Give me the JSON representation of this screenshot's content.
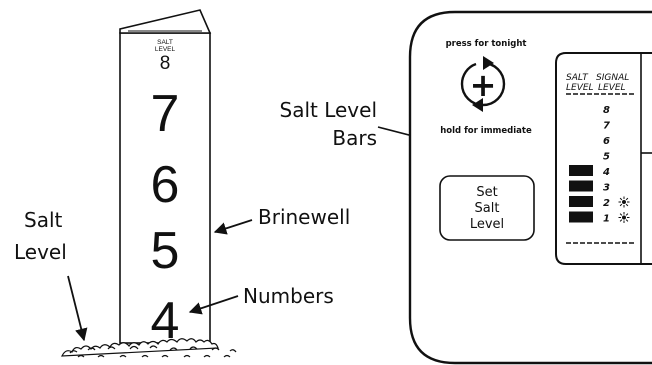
{
  "labels": {
    "salt_level_bars_line1": "Salt Level",
    "salt_level_bars_line2": "Bars",
    "brinewell": "Brinewell",
    "salt_level_line1": "Salt",
    "salt_level_line2": "Level",
    "numbers": "Numbers"
  },
  "brinewell_tube": {
    "small_label_line1": "SALT",
    "small_label_line2": "LEVEL",
    "top_number": "8",
    "numbers": [
      "7",
      "6",
      "5",
      "4"
    ]
  },
  "control_panel": {
    "press_text": "press for tonight",
    "hold_text": "hold for immediate",
    "plus_symbol": "+",
    "set_button_lines": [
      "Set",
      "Salt",
      "Level"
    ],
    "salt_header_line1": "SALT",
    "salt_header_line2": "LEVEL",
    "signal_header_line1": "SIGNAL",
    "signal_header_line2": "LEVEL",
    "levels": [
      "8",
      "7",
      "6",
      "5",
      "4",
      "3",
      "2",
      "1"
    ],
    "filled_levels": 4,
    "signal_levels": 2
  }
}
